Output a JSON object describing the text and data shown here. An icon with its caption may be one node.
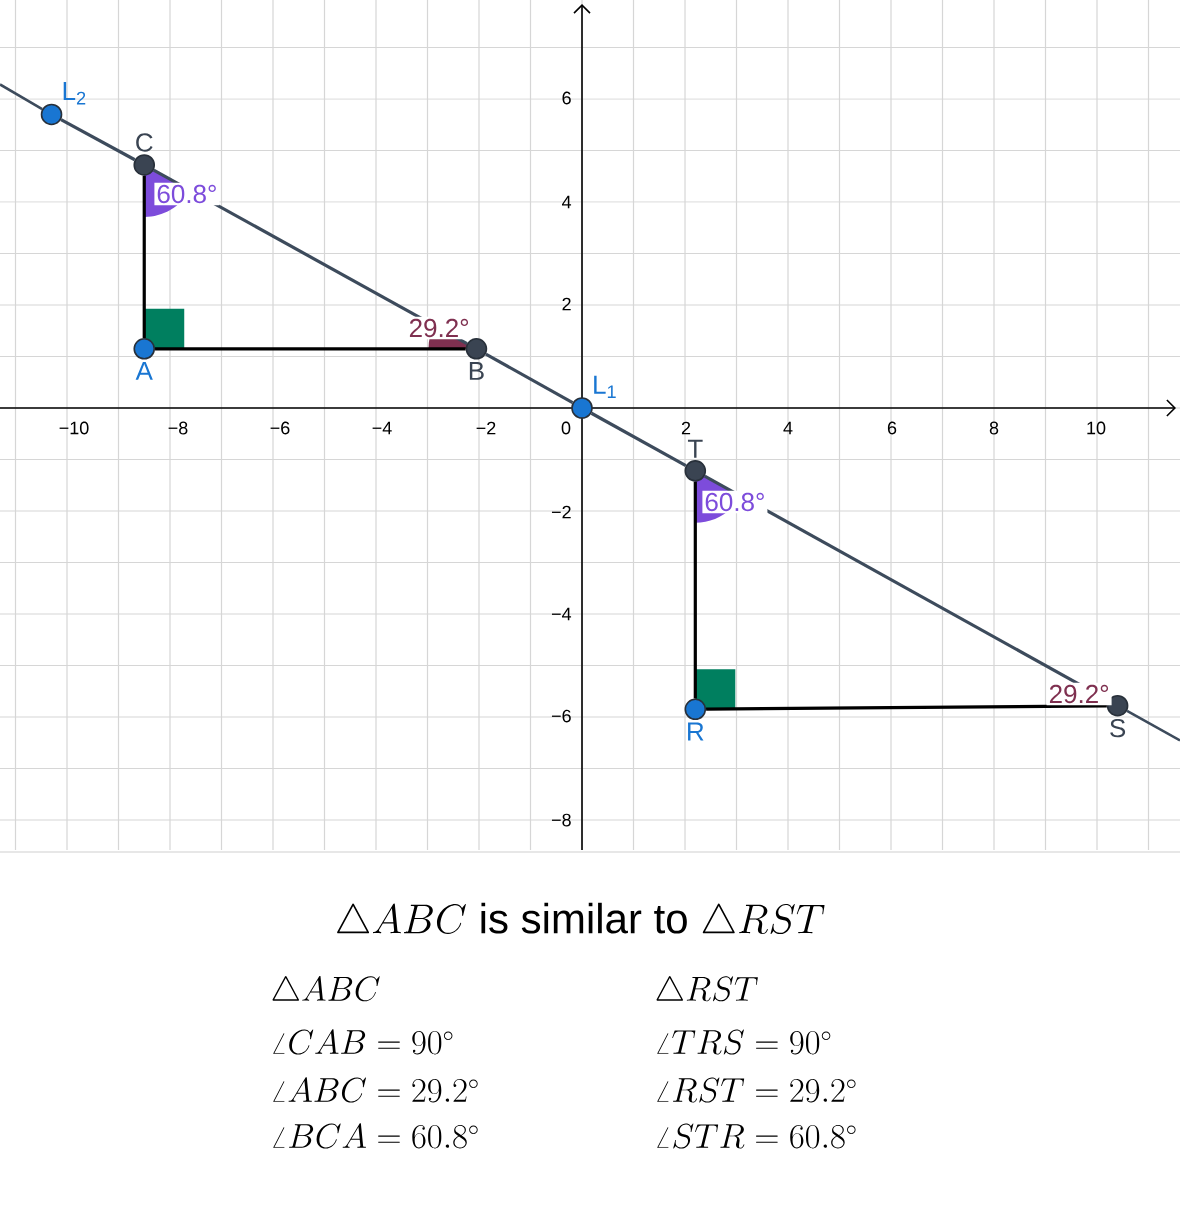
{
  "diagram": {
    "nodes": [
      {
        "text": [
          "L$_{2}$"
        ]
      },
      {
        "text": [
          "C"
        ],
        "beside": [
          "60.8°"
        ]
      },
      {
        "text": [
          "A"
        ]
      },
      {
        "text": [
          "B"
        ],
        "beside": [
          "29.2°"
        ]
      },
      {
        "text": [
          "L$_{1}$"
        ]
      },
      {
        "text": [
          "T"
        ],
        "beside": [
          "60.8°"
        ]
      },
      {
        "text": [
          "R"
        ]
      },
      {
        "text": [
          "S"
        ],
        "beside": [
          "29.2°"
        ]
      }
    ],
    "edges": [
      {
        "from": 0,
        "to": 1,
        "arrow": "none"
      },
      {
        "from": 1,
        "to": 3,
        "arrow": "none"
      },
      {
        "from": 3,
        "to": 4,
        "arrow": "none"
      },
      {
        "from": 4,
        "to": 5,
        "arrow": "none"
      },
      {
        "from": 5,
        "to": 7,
        "arrow": "none"
      },
      {
        "from": 2,
        "to": 3,
        "arrow": "none",
        "color": "#000000"
      },
      {
        "from": 2,
        "to": 1,
        "arrow": "none",
        "color": "#000000"
      },
      {
        "from": 6,
        "to": 7,
        "arrow": "none",
        "color": "#000000"
      },
      {
        "from": 6,
        "to": 5,
        "arrow": "none",
        "color": "#000000"
      }
    ],
    "labels": [
      "6",
      "4",
      "2",
      "−10",
      "−8",
      "−6",
      "−4",
      "−2",
      "0",
      "2",
      "4",
      "6",
      "8",
      "10",
      "−2",
      "−4",
      "−6",
      "−8",
      "\\triangle ABC \\mathrm{\\ is\\ similar\\ to\\ } \\triangle RST",
      "\\triangle ABC",
      "\\triangle RST",
      "\\angle CAB = 90^\\circ",
      "\\angle TRS = 90^\\circ",
      "\\angle ABC = 29.2^\\circ",
      "\\angle RST = 29.2^\\circ",
      "\\angle BCA = 60.8^\\circ",
      "\\angle STR = 60.8^\\circ"
    ]
  }
}
